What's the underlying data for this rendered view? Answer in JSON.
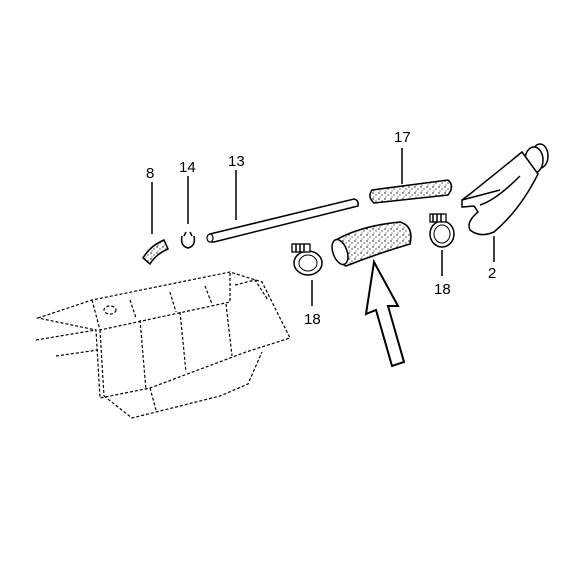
{
  "callouts": {
    "part_8": "8",
    "part_14": "14",
    "part_13": "13",
    "part_17": "17",
    "part_2": "2",
    "part_18_left": "18",
    "part_18_right": "18"
  }
}
